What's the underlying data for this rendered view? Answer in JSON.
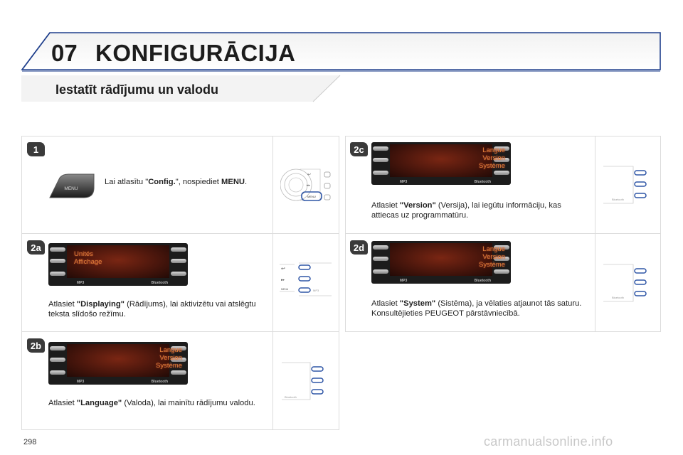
{
  "header": {
    "chapter_number": "07",
    "chapter_title": "KONFIGURĀCIJA",
    "section_title": "Iestatīt rādījumu un valodu"
  },
  "steps": [
    {
      "badge": "1",
      "text_before": "Lai atlasītu \"",
      "bold": "Config.",
      "text_after": "\", nospiediet ",
      "bold2": "MENU",
      "text_end": ".",
      "button_label": "MENU"
    },
    {
      "badge": "2a",
      "text_before": "Atlasiet ",
      "bold": "\"Displaying\"",
      "text_after": " (Rādījums), lai aktivizētu vai atslēgtu teksta slīdošo režīmu.",
      "screen_lines": [
        "Unités",
        "Affichage"
      ]
    },
    {
      "badge": "2b",
      "text_before": "Atlasiet ",
      "bold": "\"Language\"",
      "text_after": " (Valoda), lai mainītu rādījumu valodu.",
      "screen_lines": [
        "Langue",
        "Version",
        "Système"
      ]
    },
    {
      "badge": "2c",
      "text_before": "Atlasiet ",
      "bold": "\"Version\"",
      "text_after": " (Versija), lai iegūtu informāciju, kas attiecas uz programmatūru.",
      "screen_lines": [
        "Langue",
        "Version",
        "Système"
      ]
    },
    {
      "badge": "2d",
      "text_before": "Atlasiet ",
      "bold": "\"System\"",
      "text_after": " (Sistēma), ja vēlaties atjaunot tās saturu. Konsultējieties PEUGEOT pārstāvniecībā.",
      "screen_lines": [
        "Langue",
        "Version",
        "Système"
      ]
    }
  ],
  "display_status": {
    "mp3": "MP3",
    "bluetooth": "Bluetooth"
  },
  "footer": {
    "page_number": "298",
    "watermark": "carmanualsonline.info"
  },
  "colors": {
    "accent_blue": "#2f56a6",
    "header_line": "#1f3f8c",
    "screen_text": "#e0813a"
  }
}
